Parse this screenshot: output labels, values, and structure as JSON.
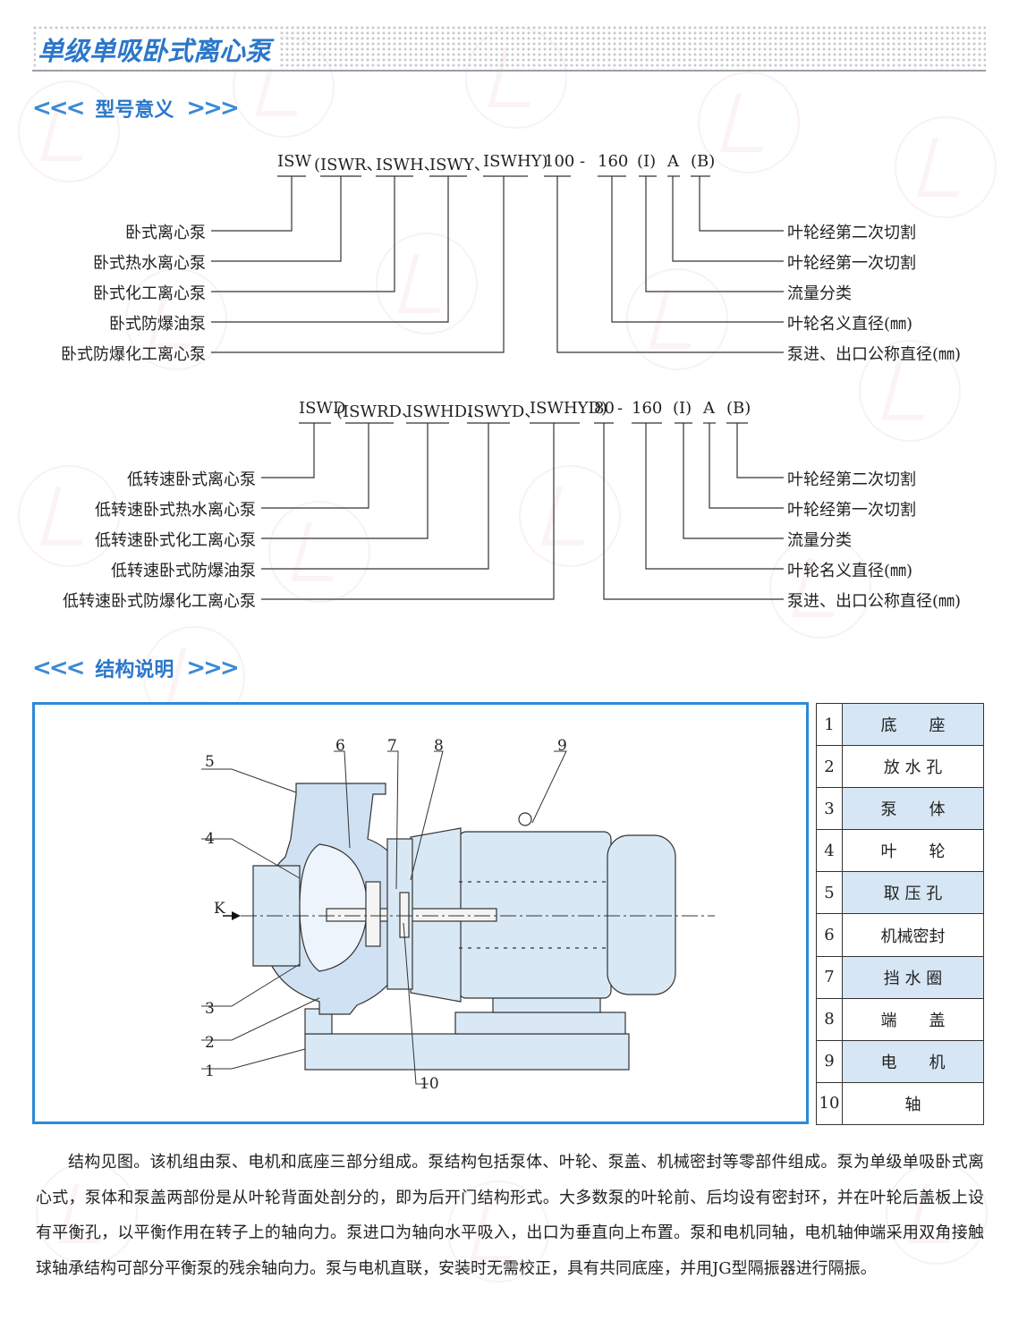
{
  "title": "单级单吸卧式离心泵",
  "sections": {
    "model": "型号意义",
    "structure": "结构说明"
  },
  "chevrons": {
    "left": "<<<",
    "right": ">>>"
  },
  "model1": {
    "codes": [
      "ISW",
      "(ISWR、",
      "ISWH、",
      "ISWY、",
      "ISWHY)",
      "100",
      "-",
      "160",
      "(I)",
      "A",
      "(B)"
    ],
    "left_labels": [
      "卧式离心泵",
      "卧式热水离心泵",
      "卧式化工离心泵",
      "卧式防爆油泵",
      "卧式防爆化工离心泵"
    ],
    "right_labels": [
      "叶轮经第二次切割",
      "叶轮经第一次切割",
      "流量分类",
      "叶轮名义直径(㎜)",
      "泵进、出口公称直径(㎜)"
    ]
  },
  "model2": {
    "codes": [
      "ISWD",
      "(ISWRD、",
      "ISWHD、",
      "ISWYD、",
      "ISWHYD)",
      "80",
      "-",
      "160",
      "(I)",
      "A",
      "(B)"
    ],
    "left_labels": [
      "低转速卧式离心泵",
      "低转速卧式热水离心泵",
      "低转速卧式化工离心泵",
      "低转速卧式防爆油泵",
      "低转速卧式防爆化工离心泵"
    ],
    "right_labels": [
      "叶轮经第二次切割",
      "叶轮经第一次切割",
      "流量分类",
      "叶轮名义直径(㎜)",
      "泵进、出口公称直径(㎜)"
    ]
  },
  "diagram": {
    "callouts": [
      "1",
      "2",
      "3",
      "4",
      "5",
      "6",
      "7",
      "8",
      "9",
      "10"
    ],
    "inlet_label": "K"
  },
  "parts": [
    {
      "no": "1",
      "name": "底　　座"
    },
    {
      "no": "2",
      "name": "放 水 孔"
    },
    {
      "no": "3",
      "name": "泵　　体"
    },
    {
      "no": "4",
      "name": "叶　　轮"
    },
    {
      "no": "5",
      "name": "取 压 孔"
    },
    {
      "no": "6",
      "name": "机械密封"
    },
    {
      "no": "7",
      "name": "挡 水 圈"
    },
    {
      "no": "8",
      "name": "端　　盖"
    },
    {
      "no": "9",
      "name": "电　　机"
    },
    {
      "no": "10",
      "name": "轴"
    }
  ],
  "description": "结构见图。该机组由泵、电机和底座三部分组成。泵结构包括泵体、叶轮、泵盖、机械密封等零部件组成。泵为单级单吸卧式离心式，泵体和泵盖两部份是从叶轮背面处剖分的，即为后开门结构形式。大多数泵的叶轮前、后均设有密封环，并在叶轮后盖板上设有平衡孔，以平衡作用在转子上的轴向力。泵进口为轴向水平吸入，出口为垂直向上布置。泵和电机同轴，电机轴伸端采用双角接触球轴承结构可部分平衡泵的残余轴向力。泵与电机直联，安装时无需校正，具有共同底座，并用JG型隔振器进行隔振。"
}
